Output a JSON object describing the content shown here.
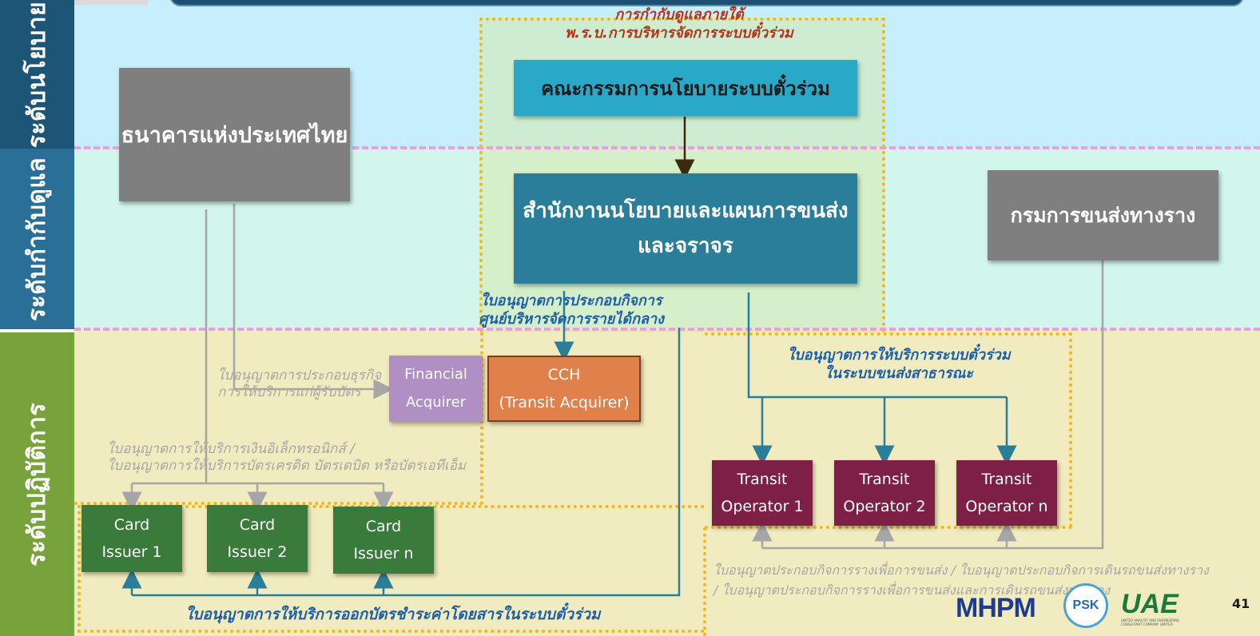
{
  "levels": {
    "policy": "ระดับนโยบาย",
    "regulatory": "ระดับกำกับดูแล",
    "operational": "ระดับปฏิบัติการ"
  },
  "boxes": {
    "bot": "ธนาคารแห่งประเทศไทย",
    "committee": "คณะกรรมการนโยบายระบบตั๋วร่วม",
    "otp_line1": "สำนักงานนโยบายและแผนการขนส่ง",
    "otp_line2": "และจราจร",
    "drt": "กรมการขนส่งทางราง",
    "fa_line1": "Financial",
    "fa_line2": "Acquirer",
    "cch_line1": "CCH",
    "cch_line2": "(Transit Acquirer)",
    "card_issuers": [
      {
        "line1": "Card",
        "line2": "Issuer 1"
      },
      {
        "line1": "Card",
        "line2": "Issuer 2"
      },
      {
        "line1": "Card",
        "line2": "Issuer n"
      }
    ],
    "transit_operators": [
      {
        "line1": "Transit",
        "line2": "Operator 1"
      },
      {
        "line1": "Transit",
        "line2": "Operator 2"
      },
      {
        "line1": "Transit",
        "line2": "Operator n"
      }
    ]
  },
  "labels": {
    "supervision_line1": "การกำกับดูแลภายใต้",
    "supervision_line2": "พ.ร.บ.การบริหารจัดการระบบตั๋วร่วม",
    "cch_license_line1": "ใบอนุญาตการประกอบกิจการ",
    "cch_license_line2": "ศูนย์บริหารจัดการรายได้กลาง",
    "acquirer_license_line1": "ใบอนุญาตการประกอบธุรกิจ",
    "acquirer_license_line2": "การให้บริการแก่ผู้รับบัตร",
    "emoney_license_line1": "ใบอนุญาตการให้บริการเงินอิเล็กทรอนิกส์ /",
    "emoney_license_line2": "ใบอนุญาตการให้บริการบัตรเครดิต บัตรเดบิต หรือบัตรเอทีเอ็ม",
    "transit_license_line1": "ใบอนุญาตการให้บริการระบบตั๋วร่วม",
    "transit_license_line2": "ในระบบขนส่งสาธารณะ",
    "rail_license_line1": "ใบอนุญาตประกอบกิจการรางเพื่อการขนส่ง / ใบอนุญาตประกอบกิจการเดินรถขนส่งทางราง",
    "rail_license_line2": "/ ใบอนุญาตประกอบกิจการรางเพื่อการขนส่งและการเดินรถขนส่งทางราง",
    "card_issue_license": "ใบอนุญาตการให้บริการออกบัตรชำระค่าโดยสารในระบบตั๋วร่วม"
  },
  "logos": {
    "mhpm": "MHPM",
    "psk": "PSK",
    "uae": "UAE",
    "uae_sub": "UNITED ANALYST AND ENGINEERING CONSULTANT COMPANY LIMITED"
  },
  "page_number": "41",
  "colors": {
    "policy_band": "#c6eefb",
    "regulatory_band": "#d2f5ec",
    "operational_band": "#f1ecbf",
    "bot_gray": "#7f7f7f",
    "committee": "#2aa8c7",
    "otp": "#2b7e99",
    "financial_acquirer": "#b08fc4",
    "cch": "#e0804a",
    "card_issuer": "#3a7a3a",
    "transit_operator": "#7e1f45",
    "dashed_pink": "#f29ae6",
    "dotted_orange": "#f6b51b"
  }
}
